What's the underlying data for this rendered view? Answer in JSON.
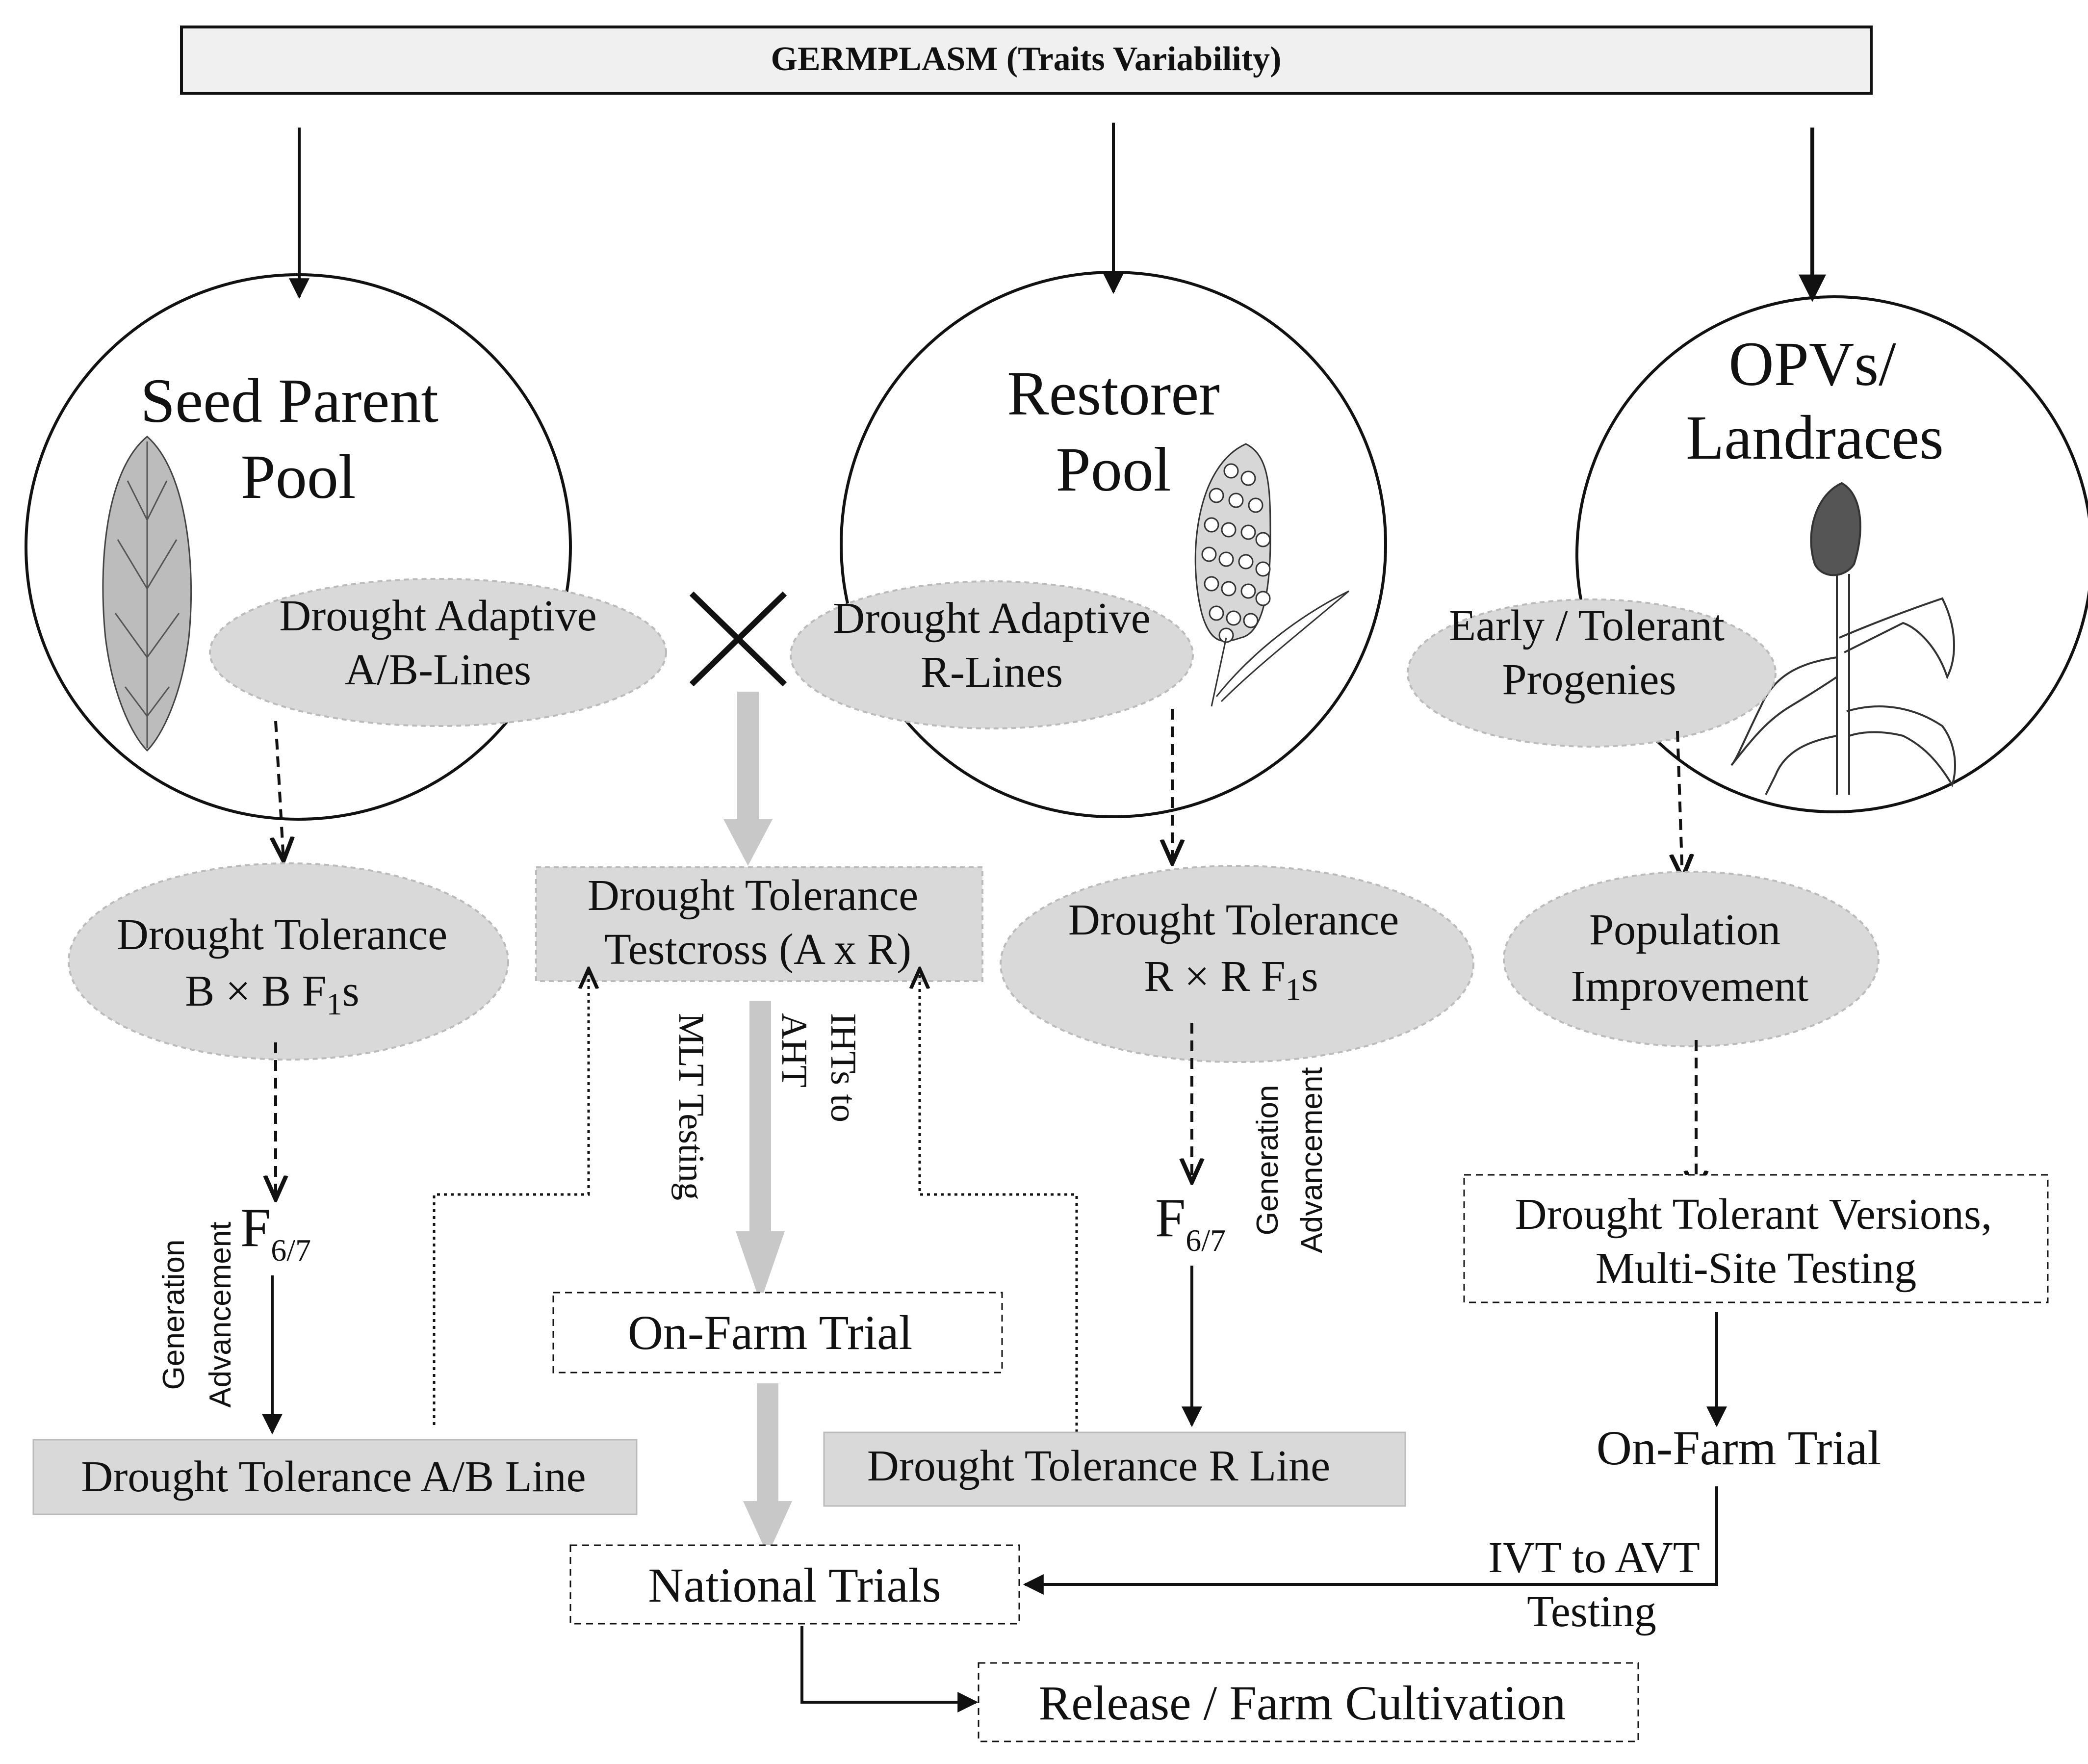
{
  "title": "GERMPLASM (Traits Variability)",
  "pools": {
    "seed_parent": {
      "line1": "Seed Parent",
      "line2": "Pool"
    },
    "restorer": {
      "line1": "Restorer",
      "line2": "Pool"
    },
    "opv": {
      "line1": "OPVs/",
      "line2": "Landraces"
    }
  },
  "nodes": {
    "ab_lines": {
      "line1": "Drought Adaptive",
      "line2": "A/B-Lines"
    },
    "r_lines": {
      "line1": "Drought Adaptive",
      "line2": "R-Lines"
    },
    "early_tolerant": {
      "line1": "Early / Tolerant",
      "line2": "Progenies"
    },
    "bxb": {
      "line1": "Drought Tolerance",
      "line2": "B × B F",
      "sub": "1",
      "suffix": "s"
    },
    "testcross": {
      "line1": "Drought Tolerance",
      "line2": "Testcross (A x R)"
    },
    "rxr": {
      "line1": "Drought Tolerance",
      "line2": "R × R F",
      "sub": "1",
      "suffix": "s"
    },
    "population": {
      "line1": "Population",
      "line2": "Improvement"
    },
    "dt_versions": {
      "line1": "Drought Tolerant Versions,",
      "line2": "Multi-Site Testing"
    },
    "f67_left": {
      "main": "F",
      "sub": "6/7"
    },
    "f67_right": {
      "main": "F",
      "sub": "6/7"
    },
    "on_farm_center": "On-Farm Trial",
    "on_farm_right": "On-Farm Trial",
    "ab_line": "Drought Tolerance A/B Line",
    "r_line": "Drought Tolerance R Line",
    "national": "National Trials",
    "release": "Release / Farm Cultivation"
  },
  "labels": {
    "gen_adv_left": {
      "line1": "Generation",
      "line2": "Advancement"
    },
    "gen_adv_right": {
      "line1": "Generation",
      "line2": "Advancement"
    },
    "mlt": "MLT Testing",
    "iht": {
      "line1": "IHTs to",
      "line2": "AHT"
    },
    "ivt": {
      "line1": "IVT to AVT",
      "line2": "Testing"
    }
  },
  "icons": [
    "cross-icon",
    "sorghum-plant-icon"
  ],
  "colors": {
    "node_fill": "#d9d9d9",
    "thick_arrow": "#c8c8c8",
    "stroke": "#111111"
  }
}
